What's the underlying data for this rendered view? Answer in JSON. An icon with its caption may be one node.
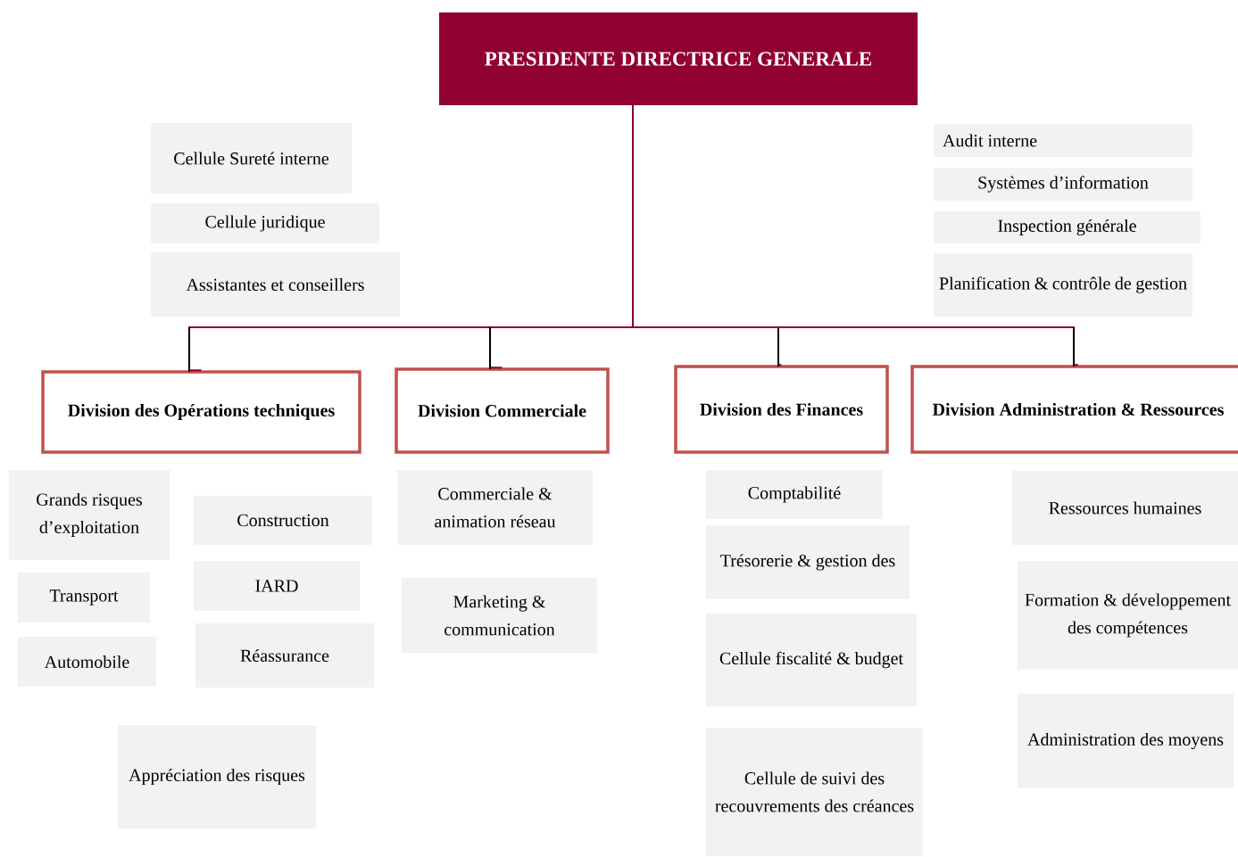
{
  "diagram": {
    "nodes": [
      {
        "text": [
          "PRESIDENTE DIRECTRICE GENERALE"
        ]
      },
      {
        "text": [
          "Cellule Sureté interne"
        ]
      },
      {
        "text": [
          "Cellule juridique"
        ]
      },
      {
        "text": [
          "Assistantes et conseillers"
        ]
      },
      {
        "text": [
          "Audit interne"
        ]
      },
      {
        "text": [
          "Systèmes d’information"
        ]
      },
      {
        "text": [
          "Inspection générale"
        ]
      },
      {
        "text": [
          "Planification & contrôle de gestion"
        ]
      },
      {
        "text": [
          "Division des Opérations techniques"
        ]
      },
      {
        "text": [
          "Division Commerciale"
        ]
      },
      {
        "text": [
          "Division des Finances"
        ]
      },
      {
        "text": [
          "Division Administration & Ressources"
        ]
      },
      {
        "text": [
          "Grands risques d’exploitation"
        ]
      },
      {
        "text": [
          "Construction"
        ]
      },
      {
        "text": [
          "Transport"
        ]
      },
      {
        "text": [
          "IARD"
        ]
      },
      {
        "text": [
          "Automobile"
        ]
      },
      {
        "text": [
          "Réassurance"
        ]
      },
      {
        "text": [
          "Appréciation des risques"
        ]
      },
      {
        "text": [
          "Commerciale & animation réseau"
        ]
      },
      {
        "text": [
          "Marketing & communication"
        ]
      },
      {
        "text": [
          "Comptabilité"
        ]
      },
      {
        "text": [
          "Trésorerie & gestion des"
        ]
      },
      {
        "text": [
          "Cellule fiscalité & budget"
        ]
      },
      {
        "text": [
          "Cellule de suivi des recouvrements des créances"
        ]
      },
      {
        "text": [
          "Ressources humaines"
        ]
      },
      {
        "text": [
          "Formation & développement des compétences"
        ]
      },
      {
        "text": [
          "Administration des moyens"
        ]
      }
    ],
    "edges": [
      {
        "from": 0,
        "to": 8,
        "arrow": "none"
      },
      {
        "from": 0,
        "to": 9,
        "arrow": "none"
      },
      {
        "from": 0,
        "to": 10,
        "arrow": "none"
      },
      {
        "from": 0,
        "to": 11,
        "arrow": "none"
      }
    ]
  }
}
